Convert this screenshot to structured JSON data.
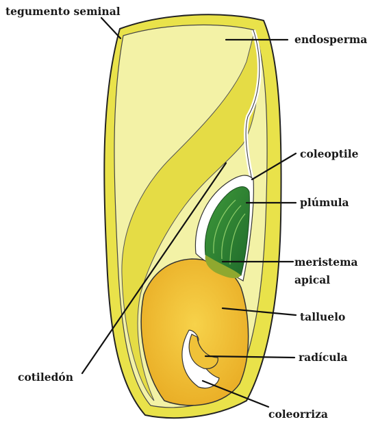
{
  "labels": {
    "tegumento": "tegumento seminal",
    "endosperma": "endosperma",
    "coleoptile": "coleoptile",
    "plumula": "plúmula",
    "meristema_1": "meristema",
    "meristema_2": "apical",
    "talluelo": "talluelo",
    "radicula": "radícula",
    "cotiledon": "cotiledón",
    "coleorriza": "coleorriza"
  },
  "colors": {
    "seed_coat": "#e9e24a",
    "endosperm": "#f3f2a6",
    "embryo": "#f0c238",
    "scutellum_edge": "#c9b82c",
    "plumule_dark": "#2e7d32",
    "plumule_light": "#5aa03a",
    "outline": "#222222"
  }
}
